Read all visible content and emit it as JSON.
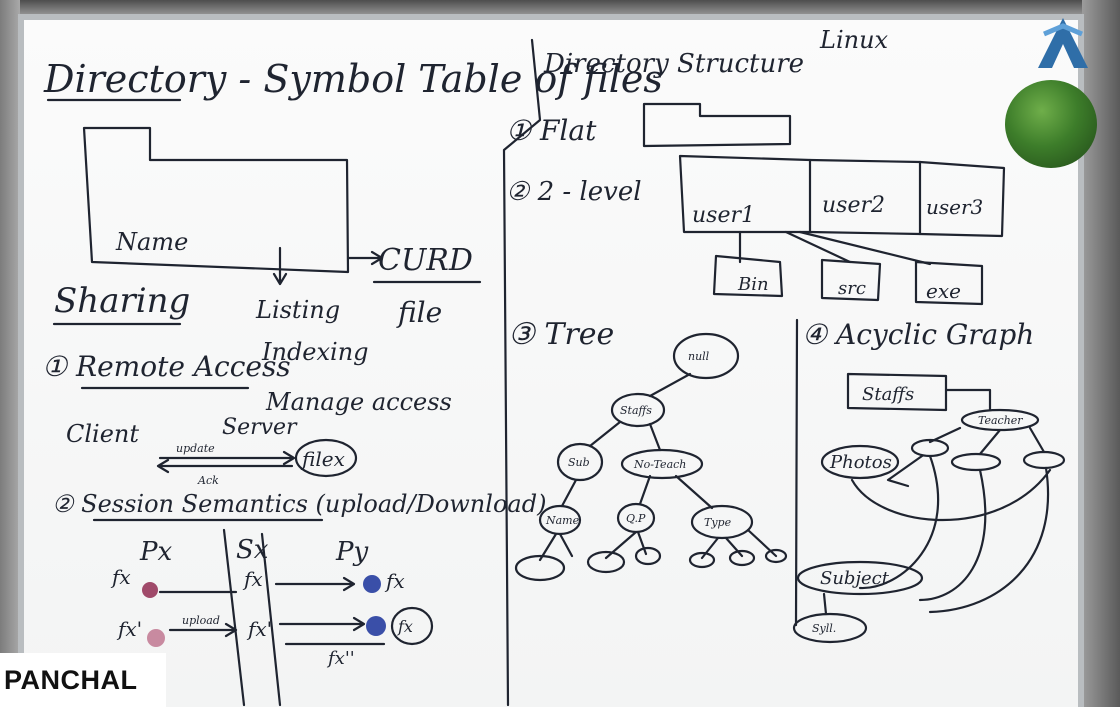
{
  "name_tag": "PANCHAL",
  "left": {
    "title": "Directory - Symbol Table of files",
    "folder_label": "Name",
    "arrow_target_1": "CURD",
    "arrow_target_2": "file",
    "operations": [
      "Listing",
      "Indexing",
      "Manage access"
    ],
    "sharing_heading": "Sharing",
    "remote_access": "① Remote Access",
    "client": "Client",
    "server": "Server",
    "update": "update",
    "ack": "Ack",
    "filex": "filex",
    "session": "② Session Semantics (upload/Download)",
    "px": "Px",
    "sx": "Sx",
    "py": "Py",
    "fx": "fx",
    "fx_prime": "fx'",
    "fx_dprime": "fx''",
    "upload": "upload"
  },
  "right": {
    "title": "Directory Structure",
    "os": "Linux",
    "flat": "① Flat",
    "two_level": "② 2 - level",
    "users": [
      "user1",
      "user2",
      "user3"
    ],
    "subdirs": [
      "Bin",
      "src",
      "exe"
    ],
    "tree": "③ Tree",
    "tree_nodes": [
      "null",
      "Staffs",
      "Sub",
      "No-Teach",
      "Name",
      "Q.P",
      "Type"
    ],
    "acyclic": "④ Acyclic Graph",
    "graph_nodes": [
      "Staffs",
      "Teacher",
      "Photos",
      "Subject",
      "Syll."
    ]
  }
}
